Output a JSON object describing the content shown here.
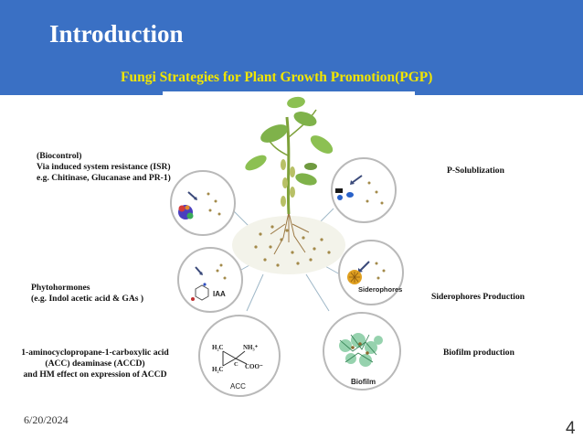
{
  "header": {
    "title": "Introduction",
    "subtitle": "Fungi Strategies for Plant Growth Promotion(PGP)"
  },
  "labels": {
    "biocontrol": [
      "(Biocontrol)",
      "Via induced system resistance (ISR)",
      "e.g. Chitinase, Glucanase and PR-1)"
    ],
    "p_solubilization": [
      "P-Solublization"
    ],
    "phytohormones": [
      "Phytohormones",
      "(e.g. Indol acetic acid & GAs )"
    ],
    "siderophores_production": [
      "Siderophores Production"
    ],
    "accd": [
      "1-aminocyclopropane-1-carboxylic acid",
      "(ACC) deaminase  (ACCD)",
      "and HM effect on expression of ACCD"
    ],
    "biofilm_production": [
      "Biofilm production"
    ]
  },
  "circle_text": {
    "iaa": "IAA",
    "siderophores": "Siderophores",
    "acc": "ACC",
    "h2c_top": "H₂C",
    "nh3": "NH₃⁺",
    "h2c_bottom": "H₂C",
    "coo": "COO⁻",
    "c": "C",
    "biofilm": "Biofilm"
  },
  "footer": {
    "date": "6/20/2024",
    "page_number": "4"
  },
  "colors": {
    "header_bg": "#3a70c4",
    "subtitle": "#f2e600"
  }
}
